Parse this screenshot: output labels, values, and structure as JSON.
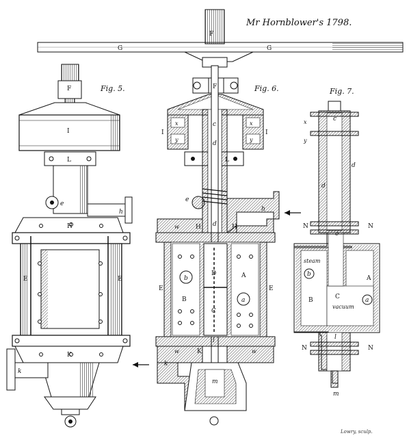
{
  "title": "Mr Hornblower's 1798.",
  "engraver": "Lowry, sculp.",
  "figures": [
    {
      "label": "Fig. 5."
    },
    {
      "label": "Fig. 6."
    },
    {
      "label": "Fig. 7."
    }
  ],
  "beam_labels": {
    "rod_top": "F",
    "left": "G",
    "right": "G"
  },
  "fig5_labels": {
    "F": "F",
    "I": "I",
    "L": "L",
    "e": "e",
    "h": "h",
    "H": "H",
    "E_left": "E",
    "E_right": "E",
    "K": "K",
    "k": "k"
  },
  "fig6_labels": {
    "F": "F",
    "I_left": "I",
    "I_right": "I",
    "x_left": "x",
    "x_right": "x",
    "y_left": "y",
    "y_right": "y",
    "c": "c",
    "d_upper": "d",
    "L": "L",
    "e": "e",
    "h": "h",
    "w_upper_left": "w",
    "d_mid": "d",
    "H_left": "H",
    "H_right": "H",
    "E_left": "E",
    "E_right": "E",
    "b": "b",
    "A": "A",
    "B": "B",
    "D": "D",
    "a": "a",
    "C": "C",
    "l": "l",
    "w_lower_left": "w",
    "K": "K",
    "w_lower_right": "w",
    "k": "k",
    "m": "m"
  },
  "fig7_labels": {
    "x": "x",
    "y": "y",
    "c": "c",
    "d_right": "d",
    "d_left": "d",
    "N_upper_left": "N",
    "N_upper_right": "N",
    "e": "e",
    "steam": "steam",
    "b": "b",
    "A": "A",
    "B": "B",
    "C": "C",
    "vacuum": "vacuum",
    "a": "a",
    "l": "l",
    "N_lower_left": "N",
    "N_lower_right": "N",
    "m": "m"
  }
}
